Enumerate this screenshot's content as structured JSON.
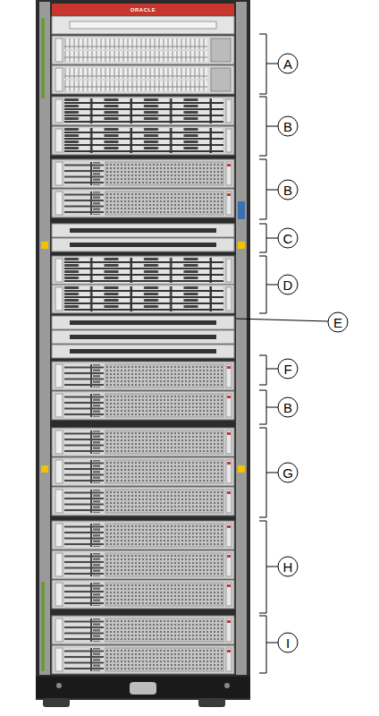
{
  "diagram": {
    "labels": [
      "ORACLE",
      "A",
      "B",
      "B",
      "C",
      "D",
      "E",
      "F",
      "B",
      "G",
      "H",
      "I"
    ]
  }
}
